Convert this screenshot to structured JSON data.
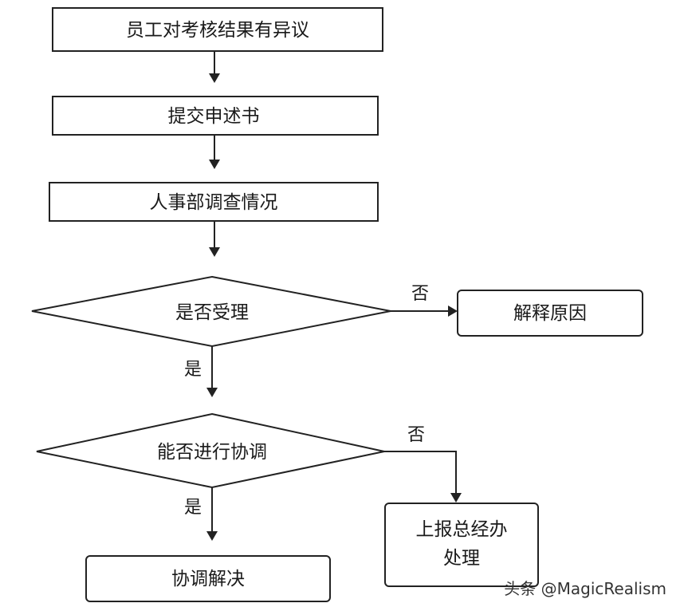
{
  "nodes": {
    "objection": "员工对考核结果有异议",
    "submit": "提交申述书",
    "investigate": "人事部调查情况",
    "accept_decision": "是否受理",
    "explain": "解释原因",
    "coordinate_decision": "能否进行协调",
    "report_line1": "上报总经办",
    "report_line2": "处理",
    "resolve": "协调解决"
  },
  "edges": {
    "accept_no": "否",
    "accept_yes": "是",
    "coordinate_no": "否",
    "coordinate_yes": "是"
  },
  "watermark": "头条 @MagicRealism",
  "colors": {
    "stroke": "#222222",
    "text": "#1a1a1a",
    "background": "#ffffff"
  }
}
